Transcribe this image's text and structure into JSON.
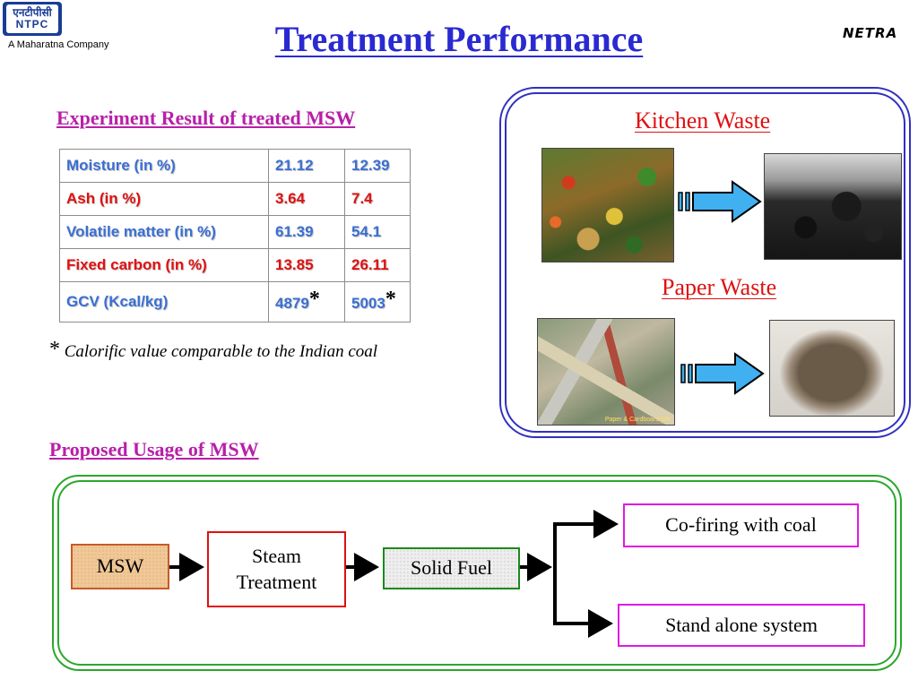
{
  "header": {
    "logo_hindi": "एनटीपीसी",
    "logo_text": "NTPC",
    "tagline": "A Maharatna Company",
    "title": "Treatment Performance",
    "badge": "NETRA"
  },
  "experiment": {
    "heading": "Experiment Result of treated MSW",
    "rows": [
      {
        "param": "Moisture (in %)",
        "v1": "21.12",
        "v2": "12.39",
        "color": "#3b6fd2"
      },
      {
        "param": "Ash (in %)",
        "v1": "3.64",
        "v2": "7.4",
        "color": "#e01010"
      },
      {
        "param": "Volatile matter (in %)",
        "v1": "61.39",
        "v2": "54.1",
        "color": "#3b6fd2"
      },
      {
        "param": "Fixed carbon (in %)",
        "v1": "13.85",
        "v2": "26.11",
        "color": "#e01010"
      },
      {
        "param": "GCV (Kcal/kg)",
        "v1": "4879",
        "v2": "5003",
        "color": "#3b6fd2"
      }
    ],
    "star": "*",
    "note_star": "*",
    "note": "Calorific value comparable to the Indian coal"
  },
  "waste_panel": {
    "kitchen_heading": "Kitchen Waste",
    "paper_heading": "Paper Waste",
    "paper_photo_caption": "Paper & Cardboard pile"
  },
  "usage": {
    "heading": "Proposed Usage of MSW",
    "msw": "MSW",
    "steam_line1": "Steam",
    "steam_line2": "Treatment",
    "solid_fuel": "Solid Fuel",
    "cofiring": "Co-firing with coal",
    "standalone": "Stand alone system"
  },
  "colors": {
    "title_blue": "#2a2ad2",
    "heading_magenta": "#b81fa8",
    "panel_blue": "#3030c0",
    "panel_green": "#2aa82a",
    "arrow_blue": "#40b0f0"
  }
}
